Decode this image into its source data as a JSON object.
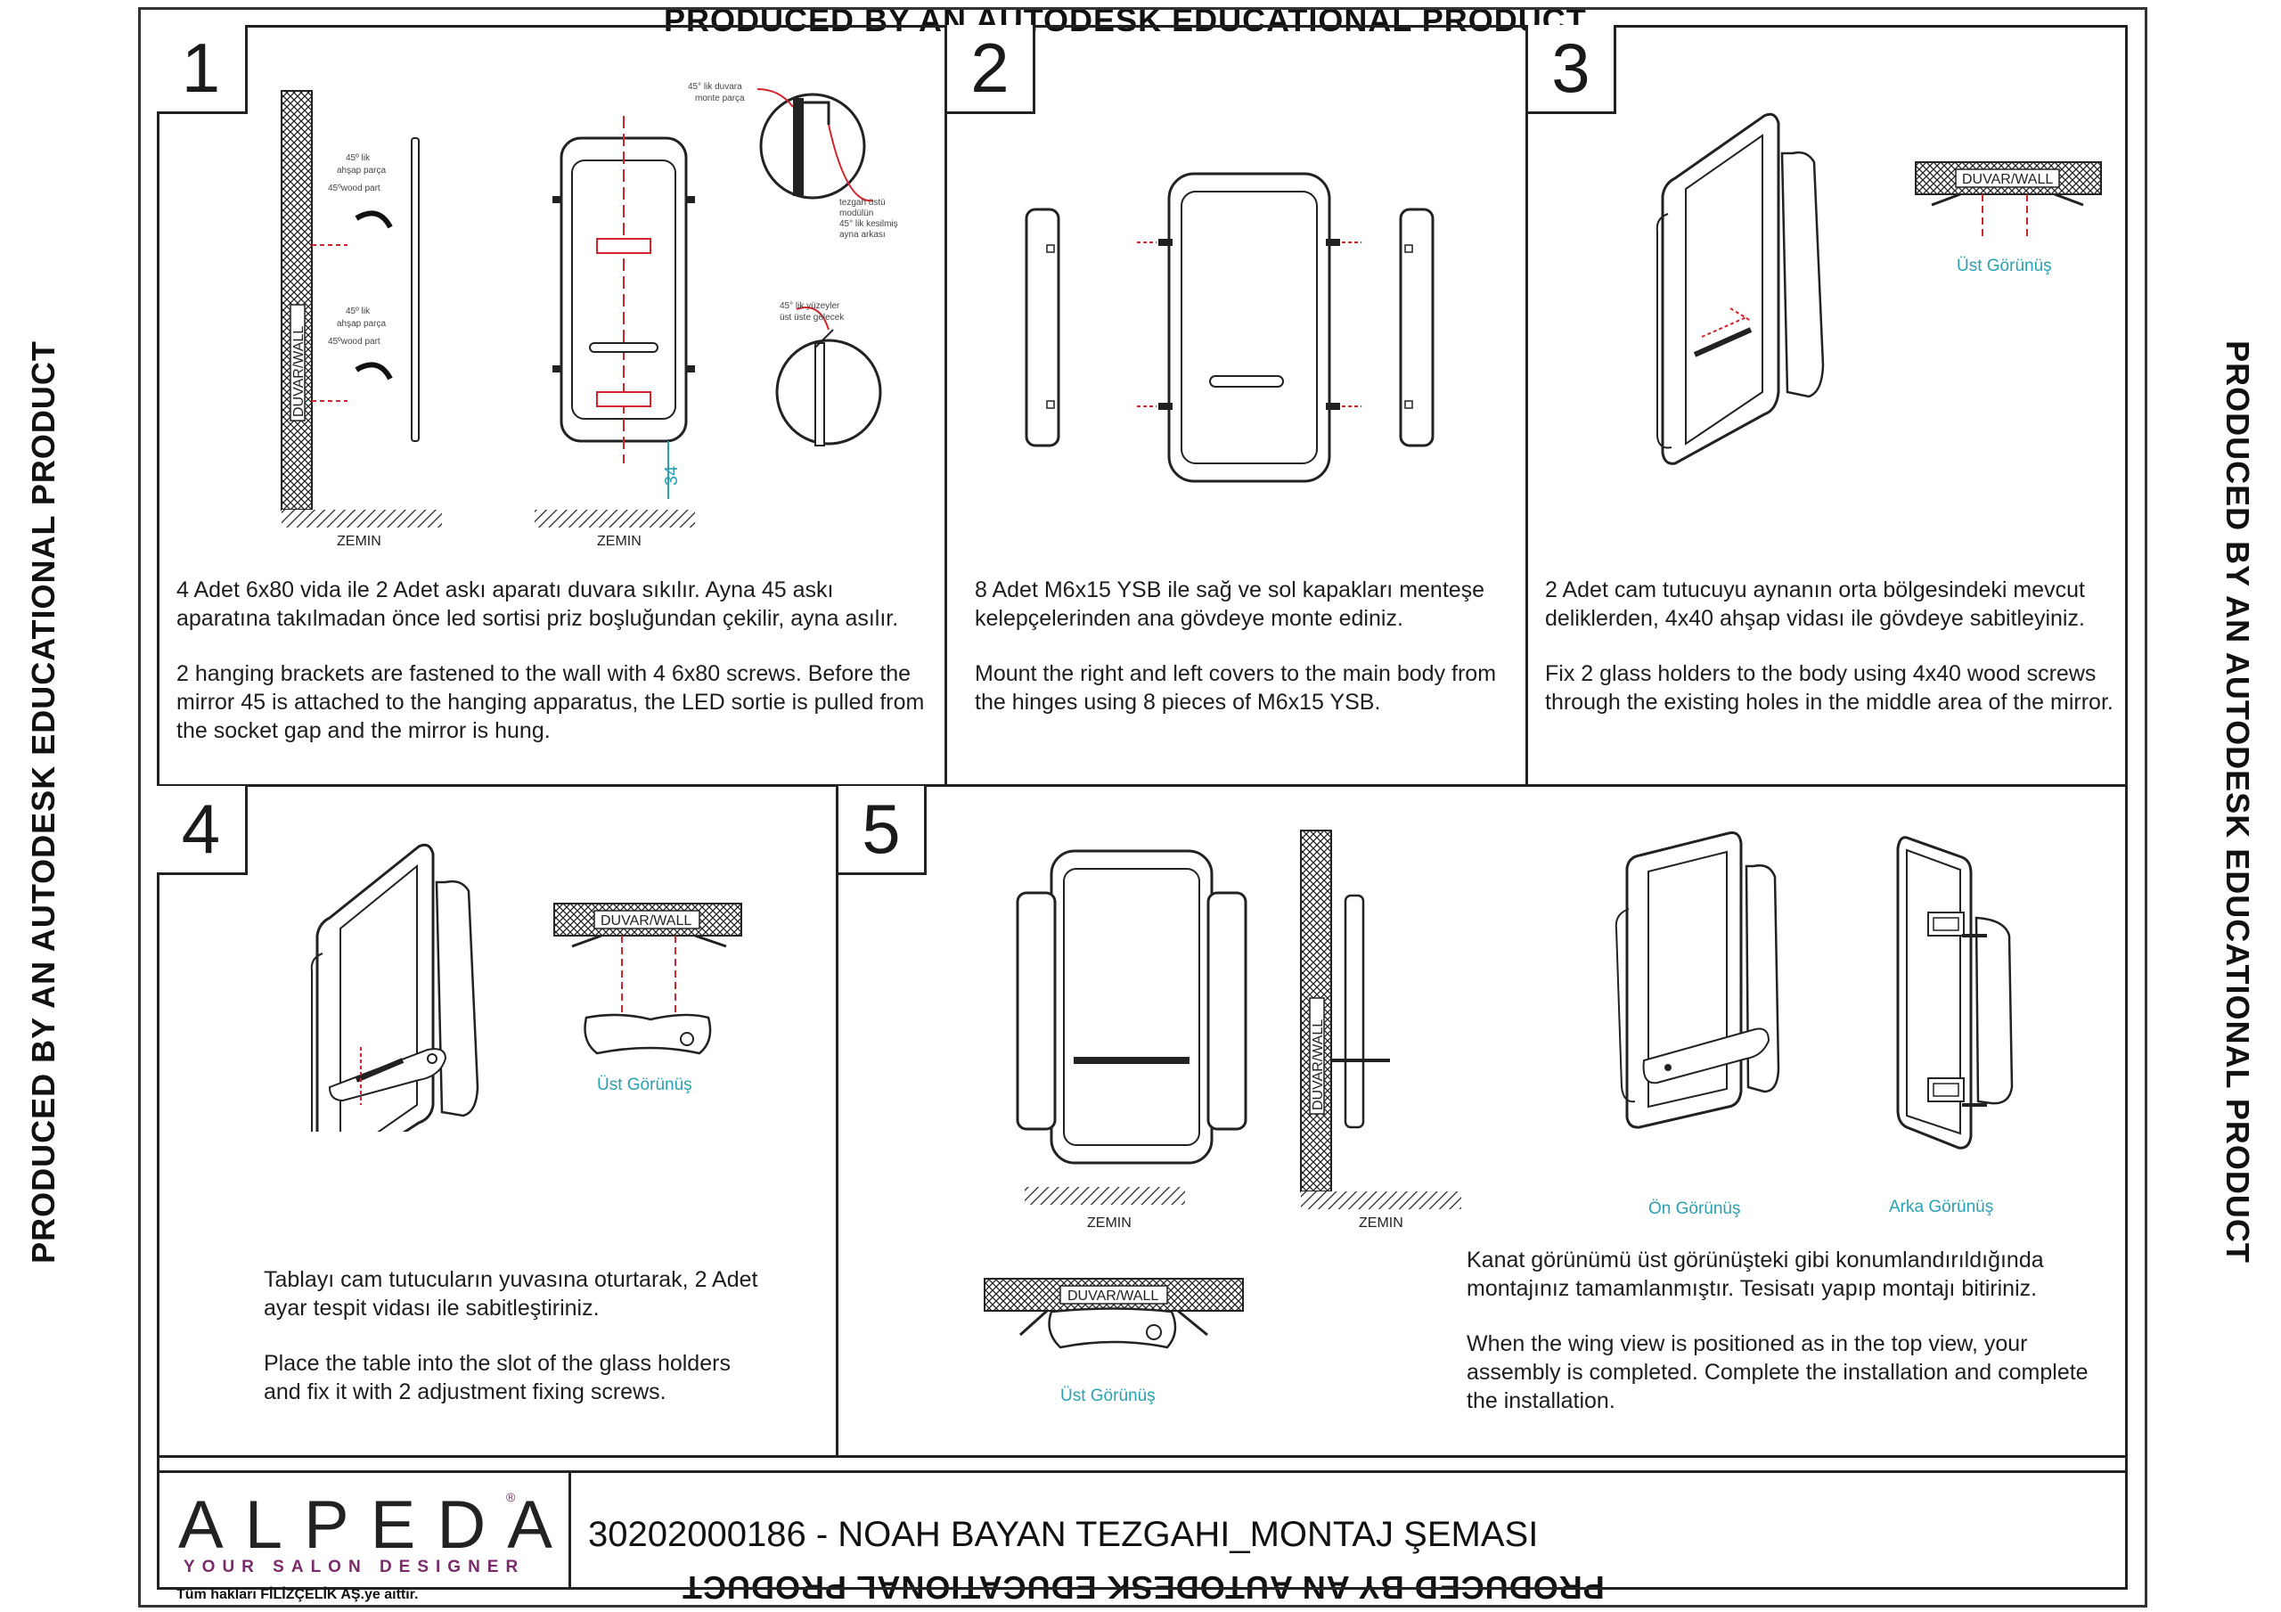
{
  "watermark": "PRODUCED BY AN AUTODESK EDUCATIONAL PRODUCT",
  "steps": [
    {
      "number": "1",
      "text_tr": "4 Adet 6x80 vida ile 2 Adet askı aparatı duvara sıkılır. Ayna 45 askı aparatına takılmadan önce led sortisi priz boşluğundan çekilir, ayna asılır.",
      "text_en": "2 hanging brackets are fastened to the wall with 4 6x80 screws. Before the mirror 45 is attached to the hanging apparatus, the LED sortie is pulled from the socket gap and the mirror is hung."
    },
    {
      "number": "2",
      "text_tr": "8 Adet M6x15 YSB ile sağ ve sol kapakları menteşe kelepçelerinden ana gövdeye monte ediniz.",
      "text_en": "Mount the right and left covers to the main body from the hinges using 8 pieces of M6x15 YSB."
    },
    {
      "number": "3",
      "text_tr": "2 Adet cam tutucuyu aynanın orta bölgesindeki mevcut deliklerden, 4x40 ahşap vidası ile gövdeye sabitleyiniz.",
      "text_en": "Fix 2 glass holders to the body using 4x40 wood screws through the existing holes in the middle area of the mirror."
    },
    {
      "number": "4",
      "text_tr": "Tablayı cam tutucuların yuvasına oturtarak, 2 Adet ayar tespit vidası ile sabitleştiriniz.",
      "text_en": "Place the table into the slot of the glass holders and fix it with 2 adjustment fixing screws."
    },
    {
      "number": "5",
      "text_tr": "Kanat görünümü üst görünüşteki gibi konumlandırıldığında montajınız tamamlanmıştır. Tesisatı yapıp montajı bitiriniz.",
      "text_en": "When the wing view is positioned as in the top view, your assembly is completed. Complete the installation and complete the installation."
    }
  ],
  "labels": {
    "zemin": "ZEMIN",
    "duvar_wall": "DUVAR/WALL",
    "ust_gorunus": "Üst Görünüş",
    "on_gorunus": "Ön Görünüş",
    "arka_gorunus": "Arka Görünüş",
    "wood_tr_1": "45º lik",
    "wood_tr_2": "ahşap parça",
    "wood_en": "45ºwood part",
    "dim_34": "34",
    "callout_a1": "45° lik duvara",
    "callout_a2": "monte parça",
    "callout_b1": "tezgah üstü",
    "callout_b2": "modülün",
    "callout_b3": "45° lik kesilmiş",
    "callout_b4": "ayna arkası",
    "callout_c1": "45° lik yüzeyler",
    "callout_c2": "üst üste gelecek"
  },
  "title_block": {
    "logo": "ALPEDA",
    "logo_sub": "YOUR SALON DESIGNER",
    "logo_reg": "®",
    "document_title": "30202000186 - NOAH BAYAN TEZGAHI_MONTAJ ŞEMASI",
    "copyright": "Tüm hakları FİLİZÇELİK AŞ.ye aittir."
  },
  "colors": {
    "line": "#222222",
    "accent_red": "#d3242b",
    "accent_teal": "#2aa1b3",
    "logo_purple": "#7b2a6b"
  }
}
